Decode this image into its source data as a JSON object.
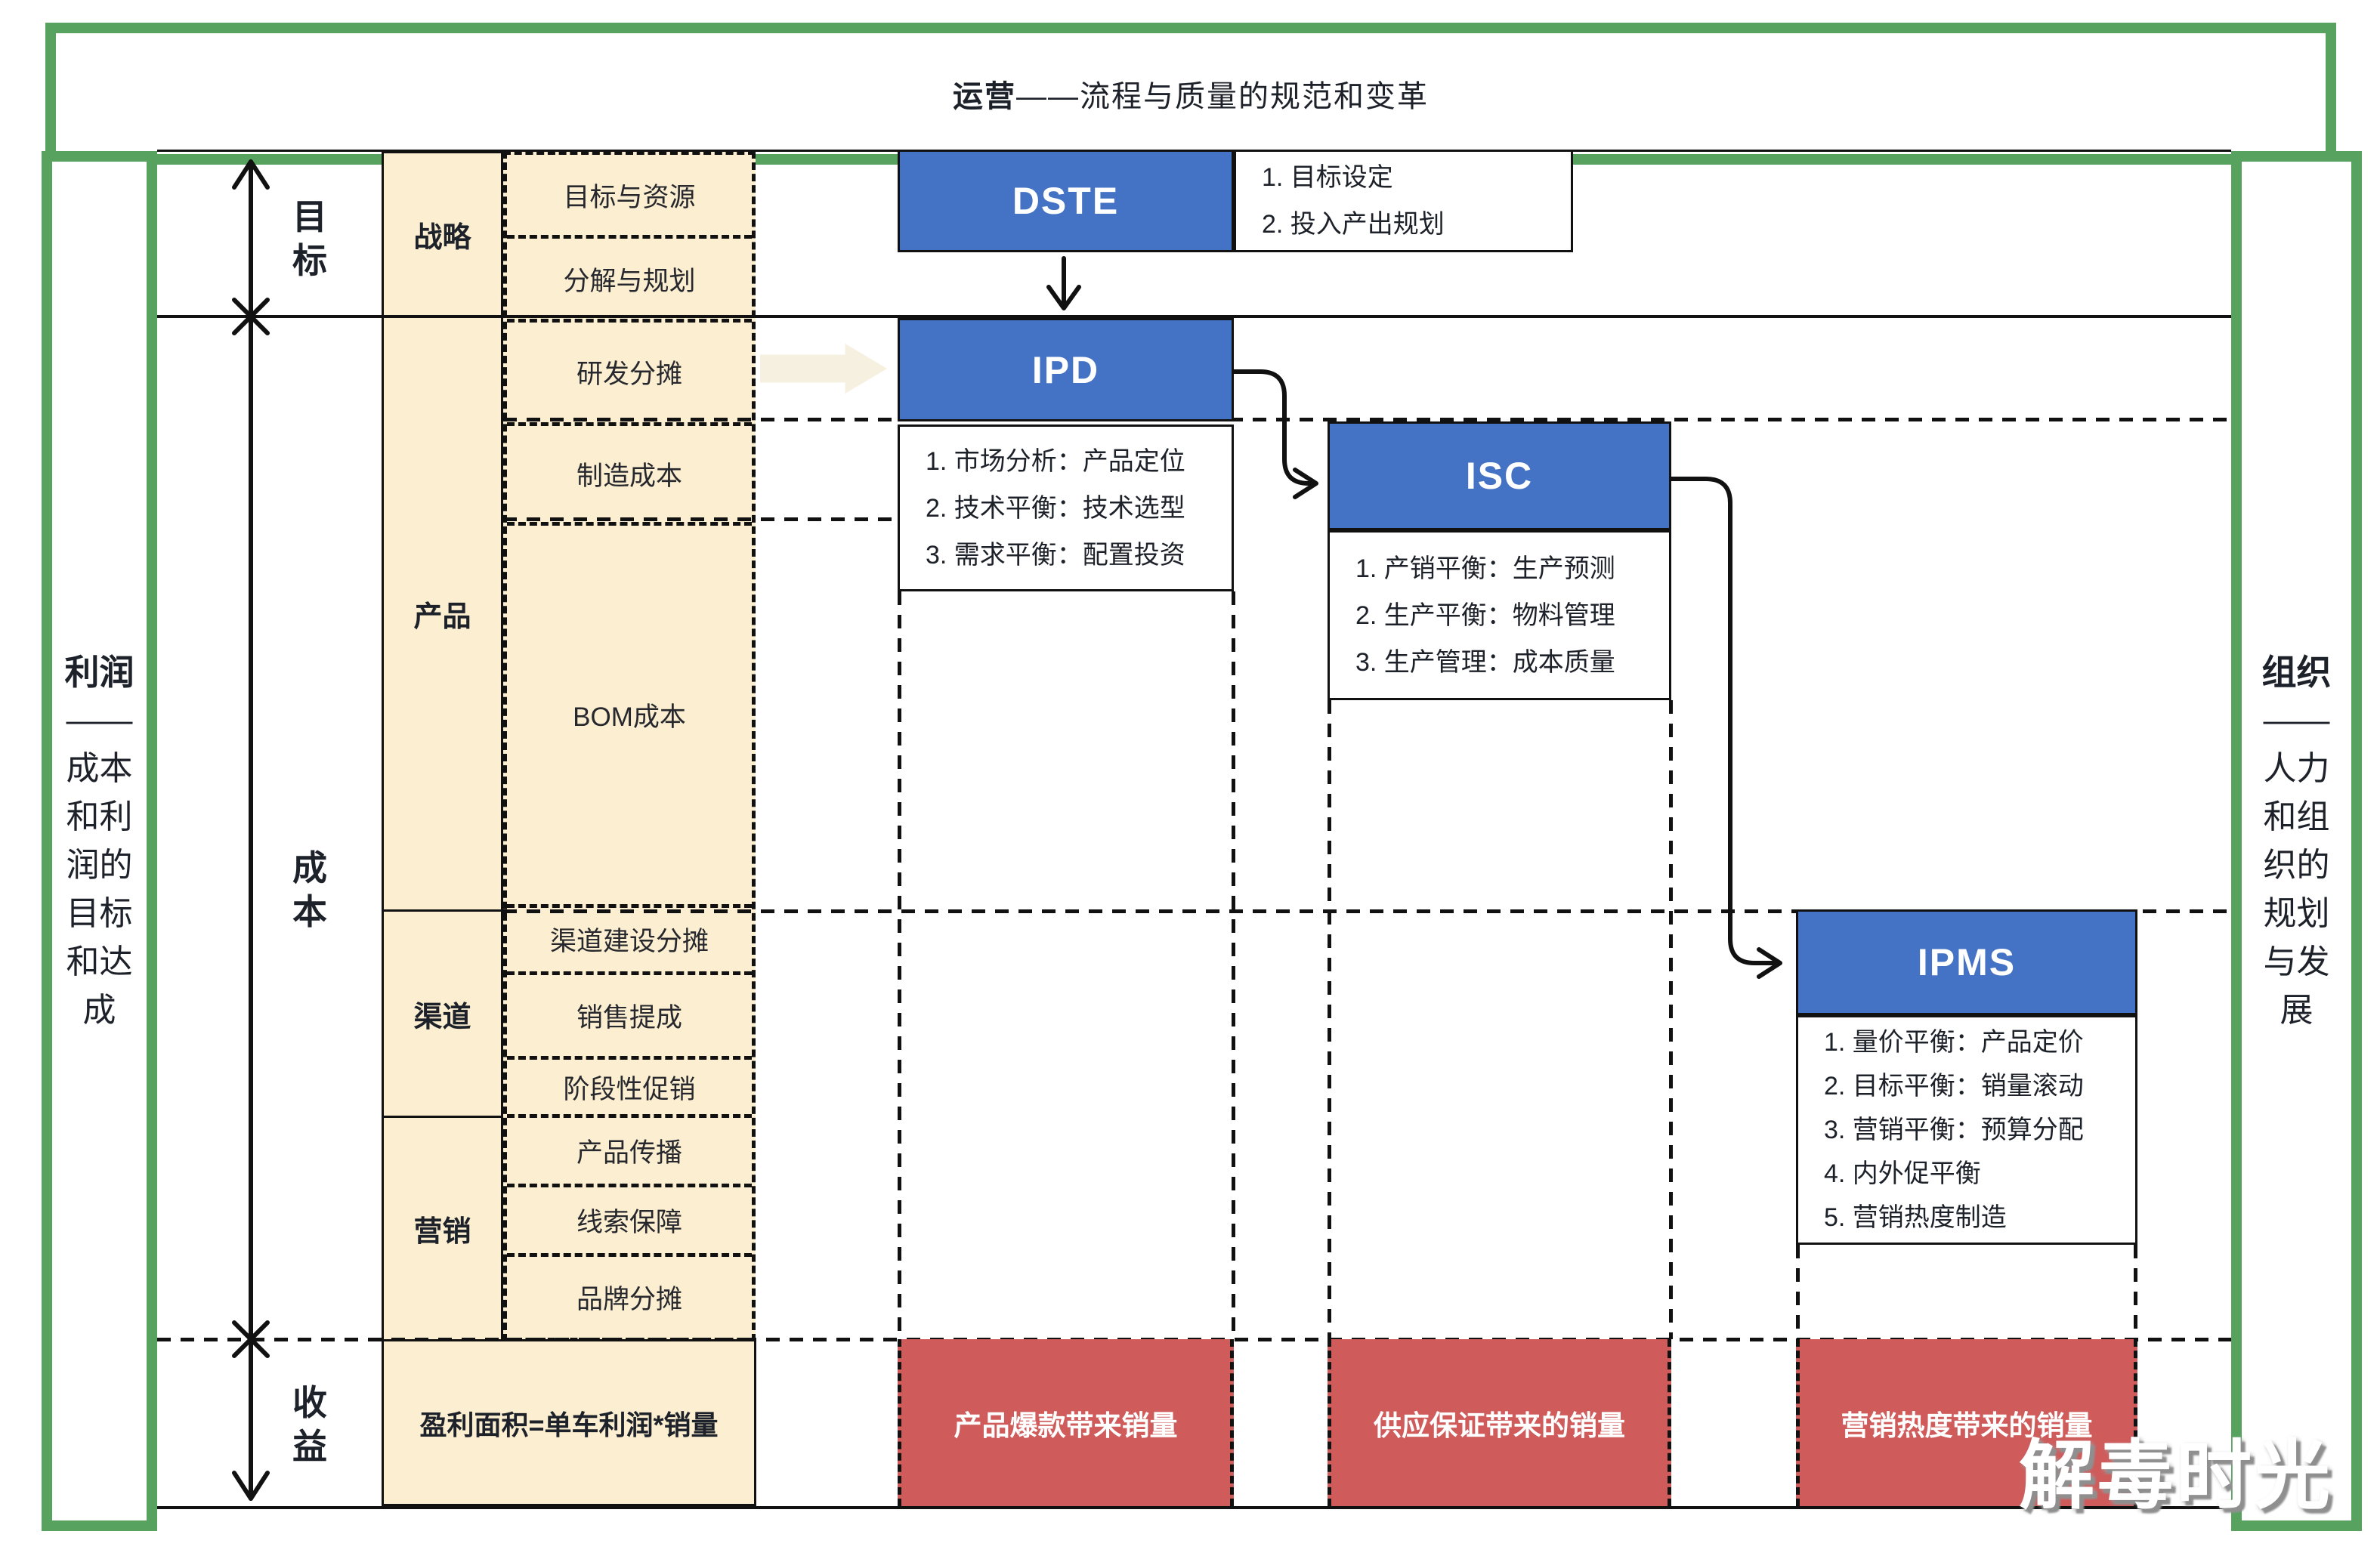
{
  "banner": {
    "title_bold": "运营",
    "title_rest": "——流程与质量的规范和变革"
  },
  "left_panel": {
    "lines": [
      "利润",
      "——",
      "成本",
      "和利",
      "润的",
      "目标",
      "和达",
      "成"
    ]
  },
  "right_panel": {
    "lines": [
      "组织",
      "——",
      "人力",
      "和组",
      "织的",
      "规划",
      "与发",
      "展"
    ]
  },
  "axis_labels": {
    "goal": "目标",
    "cost": "成本",
    "revenue": "收益"
  },
  "row_headers": [
    "战略",
    "产品",
    "渠道",
    "营销"
  ],
  "cost_items": [
    "目标与资源",
    "分解与规划",
    "研发分摊",
    "制造成本",
    "BOM成本",
    "渠道建设分摊",
    "销售提成",
    "阶段性促销",
    "产品传播",
    "线索保障",
    "品牌分摊"
  ],
  "processes": {
    "dste": {
      "name": "DSTE",
      "items": [
        "1. 目标设定",
        "2. 投入产出规划"
      ]
    },
    "ipd": {
      "name": "IPD",
      "items": [
        "1. 市场分析：产品定位",
        "2. 技术平衡：技术选型",
        "3. 需求平衡：配置投资"
      ]
    },
    "isc": {
      "name": "ISC",
      "items": [
        "1. 产销平衡：生产预测",
        "2. 生产平衡：物料管理",
        "3. 生产管理：成本质量"
      ]
    },
    "ipms": {
      "name": "IPMS",
      "items": [
        "1. 量价平衡：产品定价",
        "2. 目标平衡：销量滚动",
        "3. 营销平衡：预算分配",
        "4. 内外促平衡",
        "5. 营销热度制造"
      ]
    }
  },
  "profit_box": {
    "label": "盈利面积=单车利润*销量"
  },
  "sales_boxes": [
    "产品爆款带来销量",
    "供应保证带来的销量",
    "营销热度带来的销量"
  ],
  "watermark": "解毒时光",
  "colors": {
    "green": "#57A25F",
    "blue": "#4472C4",
    "yellow": "#FCEED0",
    "red": "#CF5B5B"
  }
}
